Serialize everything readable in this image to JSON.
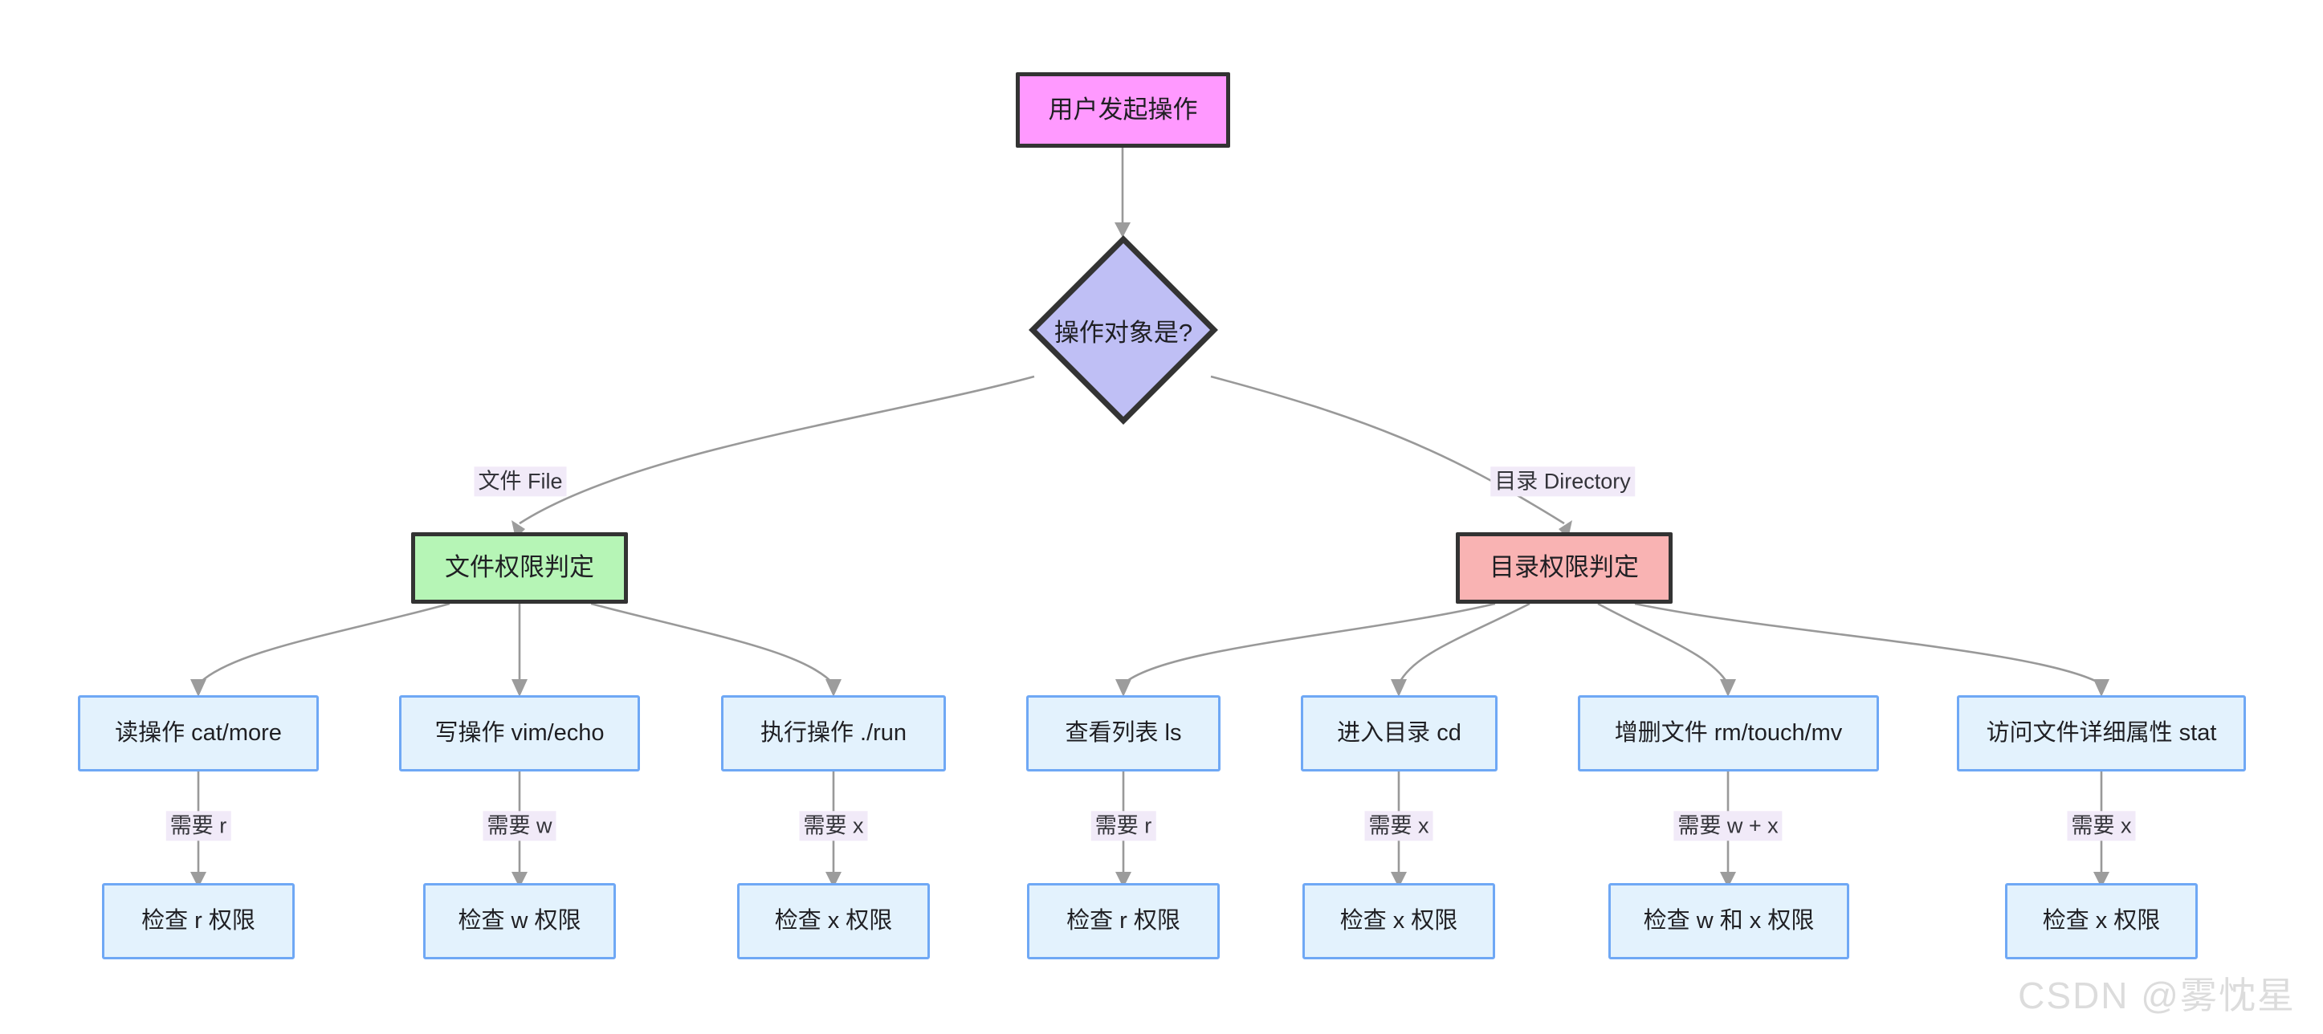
{
  "diagram": {
    "type": "flowchart",
    "direction": "top-down",
    "title_visible": false,
    "nodes": [
      {
        "id": "start",
        "label": "用户发起操作",
        "shape": "rect",
        "fill": "#ff99ff",
        "stroke": "#333333"
      },
      {
        "id": "decision",
        "label": "操作对象是?",
        "shape": "diamond",
        "fill": "#bfbff5",
        "stroke": "#333333"
      },
      {
        "id": "file",
        "label": "文件权限判定",
        "shape": "rect",
        "fill": "#b6f5b6",
        "stroke": "#333333"
      },
      {
        "id": "dir",
        "label": "目录权限判定",
        "shape": "rect",
        "fill": "#f9b3b3",
        "stroke": "#333333"
      },
      {
        "id": "op-read",
        "label": "读操作 cat/more",
        "shape": "rect",
        "fill": "#e3f2fd",
        "stroke": "#6fa8f5"
      },
      {
        "id": "op-write",
        "label": "写操作 vim/echo",
        "shape": "rect",
        "fill": "#e3f2fd",
        "stroke": "#6fa8f5"
      },
      {
        "id": "op-exec",
        "label": "执行操作 ./run",
        "shape": "rect",
        "fill": "#e3f2fd",
        "stroke": "#6fa8f5"
      },
      {
        "id": "op-ls",
        "label": "查看列表 ls",
        "shape": "rect",
        "fill": "#e3f2fd",
        "stroke": "#6fa8f5"
      },
      {
        "id": "op-cd",
        "label": "进入目录 cd",
        "shape": "rect",
        "fill": "#e3f2fd",
        "stroke": "#6fa8f5"
      },
      {
        "id": "op-mod",
        "label": "增删文件 rm/touch/mv",
        "shape": "rect",
        "fill": "#e3f2fd",
        "stroke": "#6fa8f5"
      },
      {
        "id": "op-stat",
        "label": "访问文件详细属性 stat",
        "shape": "rect",
        "fill": "#e3f2fd",
        "stroke": "#6fa8f5"
      },
      {
        "id": "chk-r",
        "label": "检查 r 权限",
        "shape": "rect",
        "fill": "#e3f2fd",
        "stroke": "#6fa8f5"
      },
      {
        "id": "chk-w",
        "label": "检查 w 权限",
        "shape": "rect",
        "fill": "#e3f2fd",
        "stroke": "#6fa8f5"
      },
      {
        "id": "chk-x",
        "label": "检查 x 权限",
        "shape": "rect",
        "fill": "#e3f2fd",
        "stroke": "#6fa8f5"
      },
      {
        "id": "chk-r2",
        "label": "检查 r 权限",
        "shape": "rect",
        "fill": "#e3f2fd",
        "stroke": "#6fa8f5"
      },
      {
        "id": "chk-x2",
        "label": "检查 x 权限",
        "shape": "rect",
        "fill": "#e3f2fd",
        "stroke": "#6fa8f5"
      },
      {
        "id": "chk-wx",
        "label": "检查 w 和 x 权限",
        "shape": "rect",
        "fill": "#e3f2fd",
        "stroke": "#6fa8f5"
      },
      {
        "id": "chk-x3",
        "label": "检查 x 权限",
        "shape": "rect",
        "fill": "#e3f2fd",
        "stroke": "#6fa8f5"
      }
    ],
    "edge_labels": {
      "to_file": "文件 File",
      "to_dir": "目录 Directory",
      "read_need": "需要 r",
      "write_need": "需要 w",
      "exec_need": "需要 x",
      "ls_need": "需要 r",
      "cd_need": "需要 x",
      "mod_need": "需要 w + x",
      "stat_need": "需要 x"
    },
    "edges": [
      {
        "from": "start",
        "to": "decision",
        "label": ""
      },
      {
        "from": "decision",
        "to": "file",
        "label": "文件 File"
      },
      {
        "from": "decision",
        "to": "dir",
        "label": "目录 Directory"
      },
      {
        "from": "file",
        "to": "op-read",
        "label": ""
      },
      {
        "from": "file",
        "to": "op-write",
        "label": ""
      },
      {
        "from": "file",
        "to": "op-exec",
        "label": ""
      },
      {
        "from": "dir",
        "to": "op-ls",
        "label": ""
      },
      {
        "from": "dir",
        "to": "op-cd",
        "label": ""
      },
      {
        "from": "dir",
        "to": "op-mod",
        "label": ""
      },
      {
        "from": "dir",
        "to": "op-stat",
        "label": ""
      },
      {
        "from": "op-read",
        "to": "chk-r",
        "label": "需要 r"
      },
      {
        "from": "op-write",
        "to": "chk-w",
        "label": "需要 w"
      },
      {
        "from": "op-exec",
        "to": "chk-x",
        "label": "需要 x"
      },
      {
        "from": "op-ls",
        "to": "chk-r2",
        "label": "需要 r"
      },
      {
        "from": "op-cd",
        "to": "chk-x2",
        "label": "需要 x"
      },
      {
        "from": "op-mod",
        "to": "chk-wx",
        "label": "需要 w + x"
      },
      {
        "from": "op-stat",
        "to": "chk-x3",
        "label": "需要 x"
      }
    ],
    "colors": {
      "edge_stroke": "#999999",
      "arrow_fill": "#9c9c9c",
      "edge_label_bg": "#f1eaf8",
      "text": "#1f1f23",
      "background": "#ffffff"
    }
  },
  "watermark": {
    "text": "CSDN @雾忱星"
  }
}
